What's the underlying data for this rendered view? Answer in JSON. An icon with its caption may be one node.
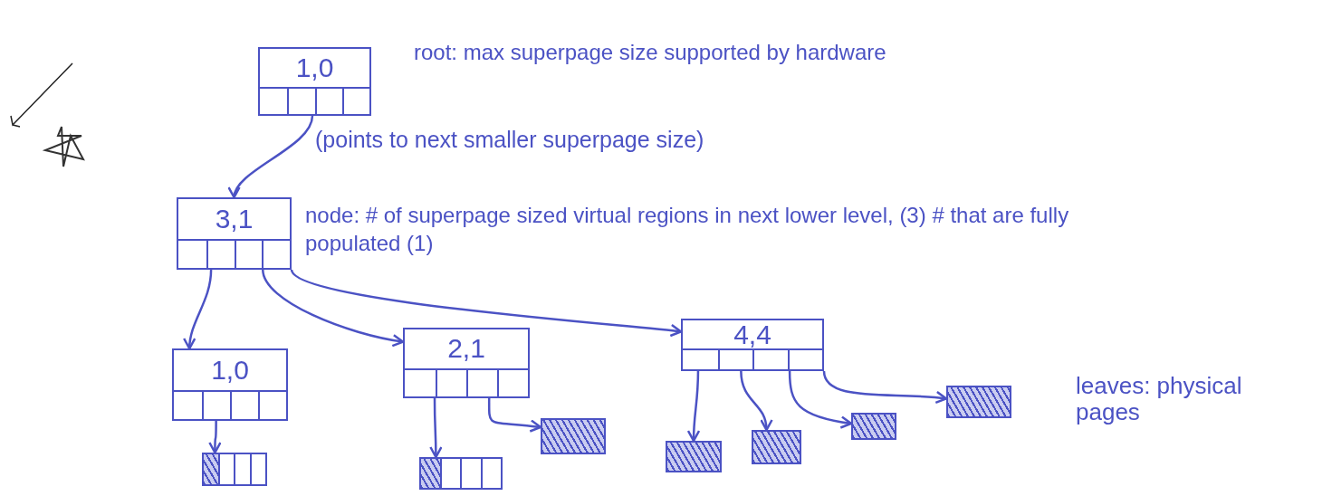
{
  "diagram": {
    "nodes": [
      {
        "text": [
          "1,0"
        ],
        "beside": [
          "root: max superpage size supported by hardware"
        ]
      },
      {
        "text": [
          "3,1"
        ],
        "beside": [
          "node: # of superpage sized virtual regions in next lower level, (3) # that are fully populated (1)"
        ]
      },
      {
        "text": [
          "1,0"
        ]
      },
      {
        "text": [
          "2,1"
        ]
      },
      {
        "text": [
          "4,4"
        ]
      },
      {
        "text": [],
        "shape": "box"
      },
      {
        "text": [],
        "shape": "box"
      },
      {
        "text": [],
        "shape": "box"
      },
      {
        "text": [],
        "shape": "box"
      },
      {
        "text": [],
        "shape": "box"
      },
      {
        "text": [],
        "shape": "box"
      },
      {
        "text": [],
        "shape": "box"
      }
    ],
    "edges": [
      {
        "from": 0,
        "to": 1,
        "arrow": "to"
      },
      {
        "from": 1,
        "to": 2,
        "arrow": "to"
      },
      {
        "from": 1,
        "to": 3,
        "arrow": "to"
      },
      {
        "from": 1,
        "to": 4,
        "arrow": "to"
      },
      {
        "from": 2,
        "to": 5,
        "arrow": "to"
      },
      {
        "from": 3,
        "to": 6,
        "arrow": "to"
      },
      {
        "from": 3,
        "to": 7,
        "arrow": "to"
      },
      {
        "from": 4,
        "to": 8,
        "arrow": "to"
      },
      {
        "from": 4,
        "to": 9,
        "arrow": "to"
      },
      {
        "from": 4,
        "to": 10,
        "arrow": "to"
      },
      {
        "from": 4,
        "to": 11,
        "arrow": "to"
      }
    ],
    "labels": [
      "(points to next smaller superpage size)",
      "leaves: physical pages"
    ]
  }
}
